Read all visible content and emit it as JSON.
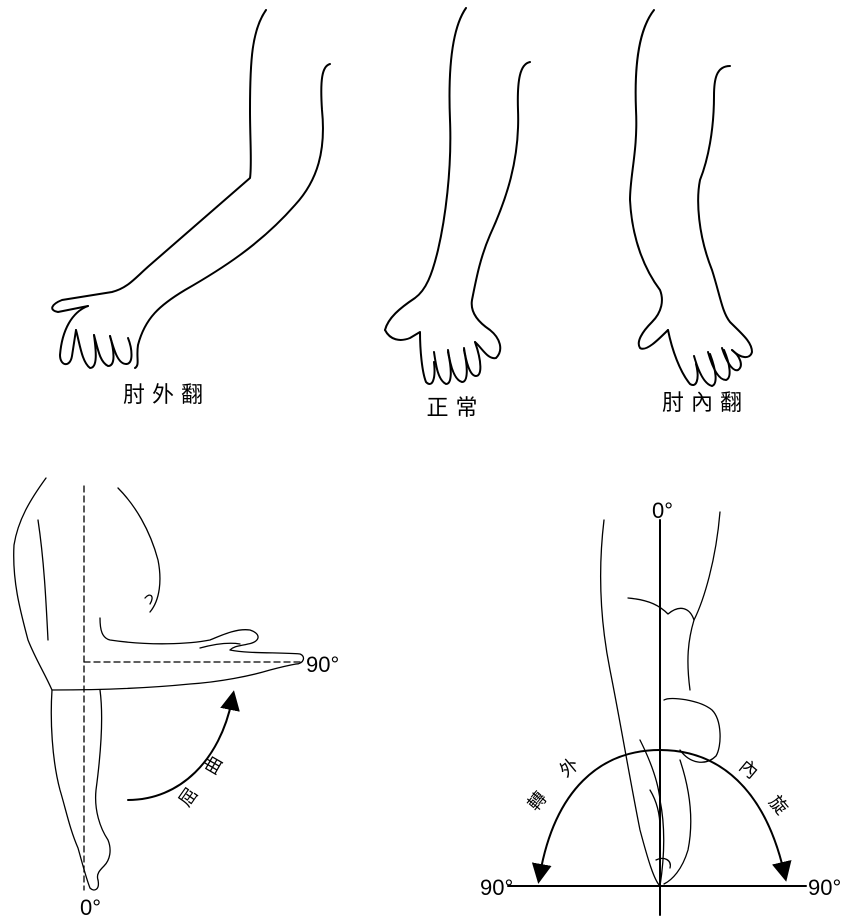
{
  "captions": {
    "cubitus_valgus": "肘 外 翻",
    "normal": "正 常",
    "cubitus_varus": "肘 內 翻"
  },
  "flexion_panel": {
    "extended_angle": "0°",
    "flexed_angle": "90°",
    "arc_label_1": "屈",
    "arc_label_2": "曲"
  },
  "rotation_panel": {
    "top_angle": "0°",
    "left_angle": "90°",
    "right_angle": "90°",
    "external_1": "轉",
    "external_2": "外",
    "internal_1": "內",
    "internal_2": "旋"
  }
}
